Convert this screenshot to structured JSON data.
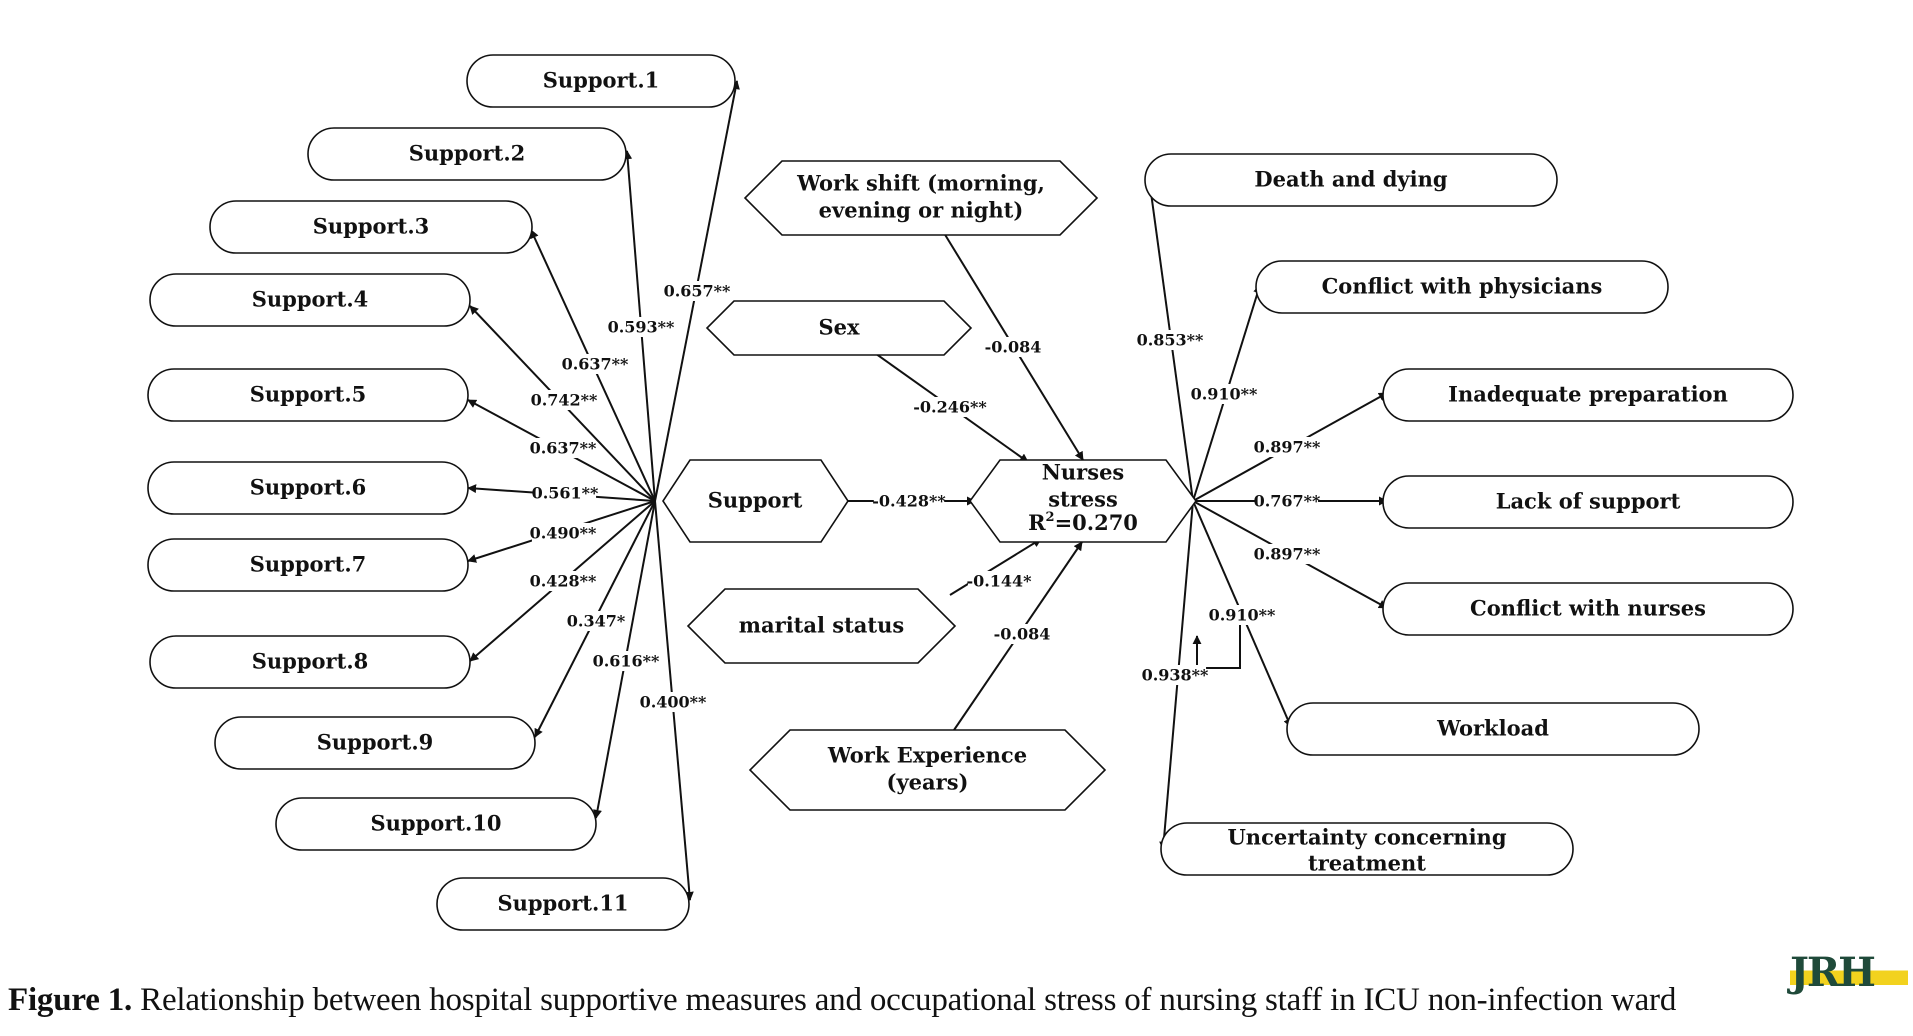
{
  "nodes": {
    "support_items": [
      {
        "id": "s1",
        "label": "Support.1"
      },
      {
        "id": "s2",
        "label": "Support.2"
      },
      {
        "id": "s3",
        "label": "Support.3"
      },
      {
        "id": "s4",
        "label": "Support.4"
      },
      {
        "id": "s5",
        "label": "Support.5"
      },
      {
        "id": "s6",
        "label": "Support.6"
      },
      {
        "id": "s7",
        "label": "Support.7"
      },
      {
        "id": "s8",
        "label": "Support.8"
      },
      {
        "id": "s9",
        "label": "Support.9"
      },
      {
        "id": "s10",
        "label": "Support.10"
      },
      {
        "id": "s11",
        "label": "Support.11"
      }
    ],
    "stress_items": [
      {
        "id": "r1",
        "lines": [
          "Death and dying"
        ]
      },
      {
        "id": "r2",
        "lines": [
          "Conflict with physicians"
        ]
      },
      {
        "id": "r3",
        "lines": [
          "Inadequate preparation"
        ]
      },
      {
        "id": "r4",
        "lines": [
          "Lack of support"
        ]
      },
      {
        "id": "r5",
        "lines": [
          "Conflict with nurses"
        ]
      },
      {
        "id": "r6",
        "lines": [
          "Workload"
        ]
      },
      {
        "id": "r7",
        "lines": [
          "Uncertainty concerning",
          "treatment"
        ]
      }
    ],
    "covariates": [
      {
        "id": "workshift",
        "lines": [
          "Work shift (morning,",
          "evening or night)"
        ]
      },
      {
        "id": "sex",
        "lines": [
          "Sex"
        ]
      },
      {
        "id": "marital",
        "lines": [
          "marital status"
        ]
      },
      {
        "id": "experience",
        "lines": [
          "Work Experience",
          "(years)"
        ]
      }
    ],
    "support": {
      "label": "Support"
    },
    "stress": {
      "line1": "Nurses",
      "line2": "stress",
      "r2_prefix": "R",
      "r2_sup": "2",
      "r2_value": "=0.270"
    }
  },
  "paths": {
    "support_loadings": [
      "0.657**",
      "0.593**",
      "0.637**",
      "0.742**",
      "0.637**",
      "0.561**",
      "0.490**",
      "0.428**",
      "0.347*",
      "0.616**",
      "0.400**"
    ],
    "stress_loadings": [
      "0.853**",
      "0.910**",
      "0.897**",
      "0.767**",
      "0.897**",
      "0.910**",
      "0.938**"
    ],
    "support_to_stress": "-0.428**",
    "workshift_to_stress": "-0.084",
    "sex_to_stress": "-0.246**",
    "marital_to_stress": "-0.144*",
    "experience_to_stress": "-0.084"
  },
  "caption": {
    "label": "Figure 1.",
    "text": " Relationship between hospital supportive measures and occupational stress of nursing staff in ICU non-infection ward"
  },
  "logo": {
    "text": "JRH"
  }
}
